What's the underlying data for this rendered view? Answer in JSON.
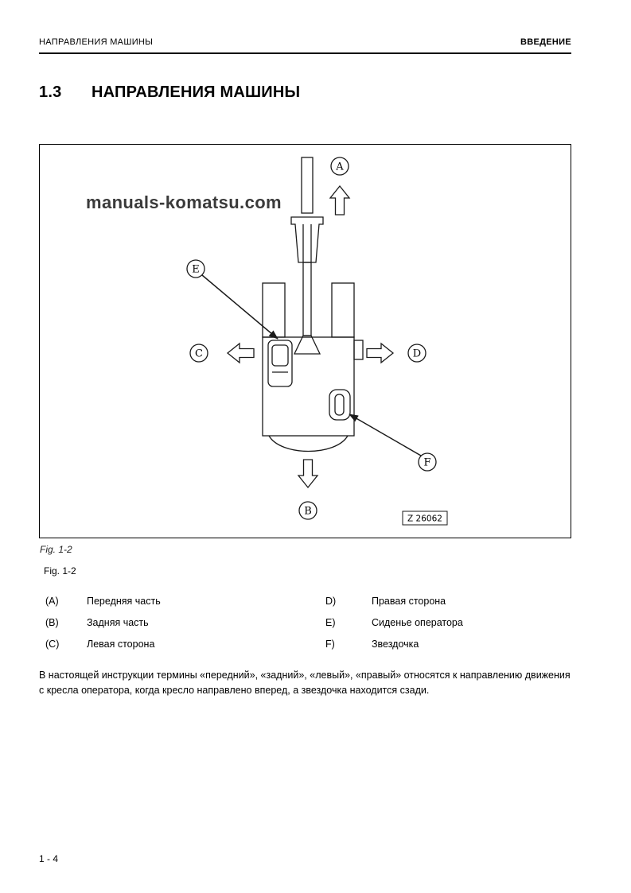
{
  "header": {
    "left": "НАПРАВЛЕНИЯ МАШИНЫ",
    "right": "ВВЕДЕНИЕ"
  },
  "section": {
    "number": "1.3",
    "title": "НАПРАВЛЕНИЯ МАШИНЫ"
  },
  "figure": {
    "watermark": "manuals-komatsu.com",
    "drawing_code": "Z 26062",
    "callouts": {
      "a": "A",
      "b": "B",
      "c": "C",
      "d": "D",
      "e": "E",
      "f": "F"
    },
    "caption_primary": "Fig. 1-2",
    "caption_secondary": "Fig. 1-2"
  },
  "legend": {
    "rows": [
      {
        "left_key": "(A)",
        "left_label": "Передняя часть",
        "right_key": "D)",
        "right_label": "Правая сторона"
      },
      {
        "left_key": "(B)",
        "left_label": "Задняя часть",
        "right_key": "E)",
        "right_label": "Сиденье оператора"
      },
      {
        "left_key": "(C)",
        "left_label": "Левая сторона",
        "right_key": "F)",
        "right_label": "Звездочка"
      }
    ]
  },
  "body_text": "В настоящей инструкции термины «передний», «задний», «левый», «правый» относятся к направлению движения с кресла оператора, когда кресло направлено вперед, а звездочка находится сзади.",
  "footer": {
    "page_number": "1 - 4"
  }
}
